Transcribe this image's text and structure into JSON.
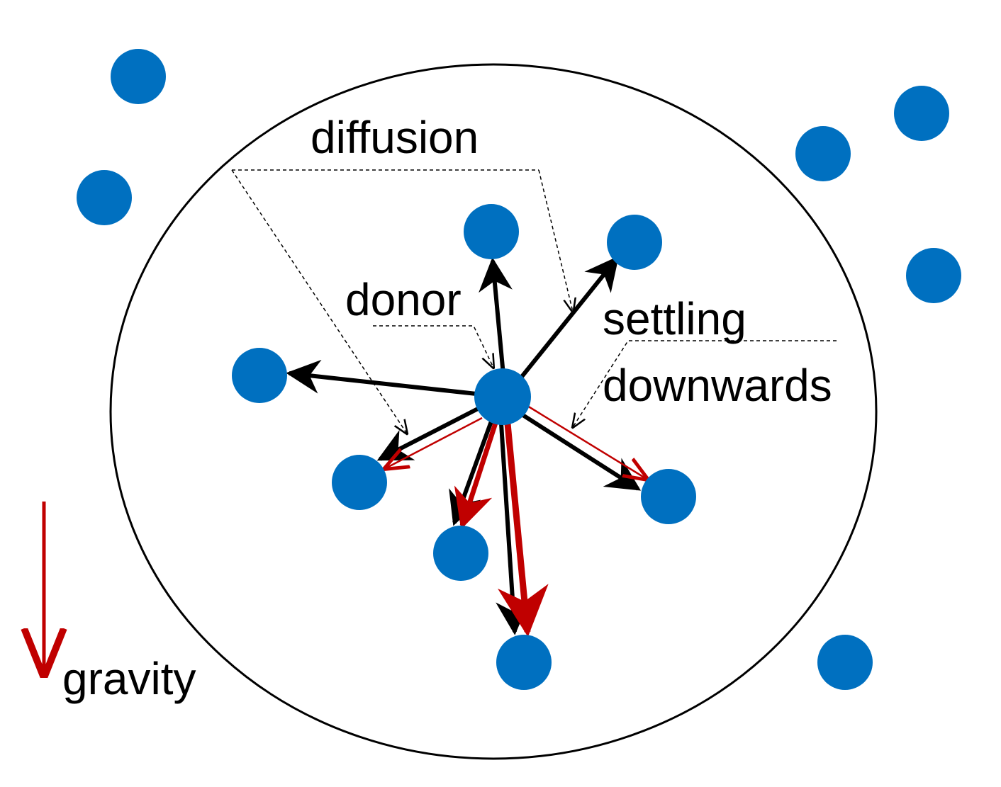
{
  "labels": {
    "diffusion": "diffusion",
    "donor": "donor",
    "settling": "settling",
    "downwards": "downwards",
    "gravity": "gravity"
  },
  "colors": {
    "particle": "#0070C0",
    "diffusion_arrow": "#000000",
    "settling_arrow": "#C00000",
    "gravity_arrow": "#C00000",
    "boundary": "#000000",
    "leader_line": "#000000"
  }
}
